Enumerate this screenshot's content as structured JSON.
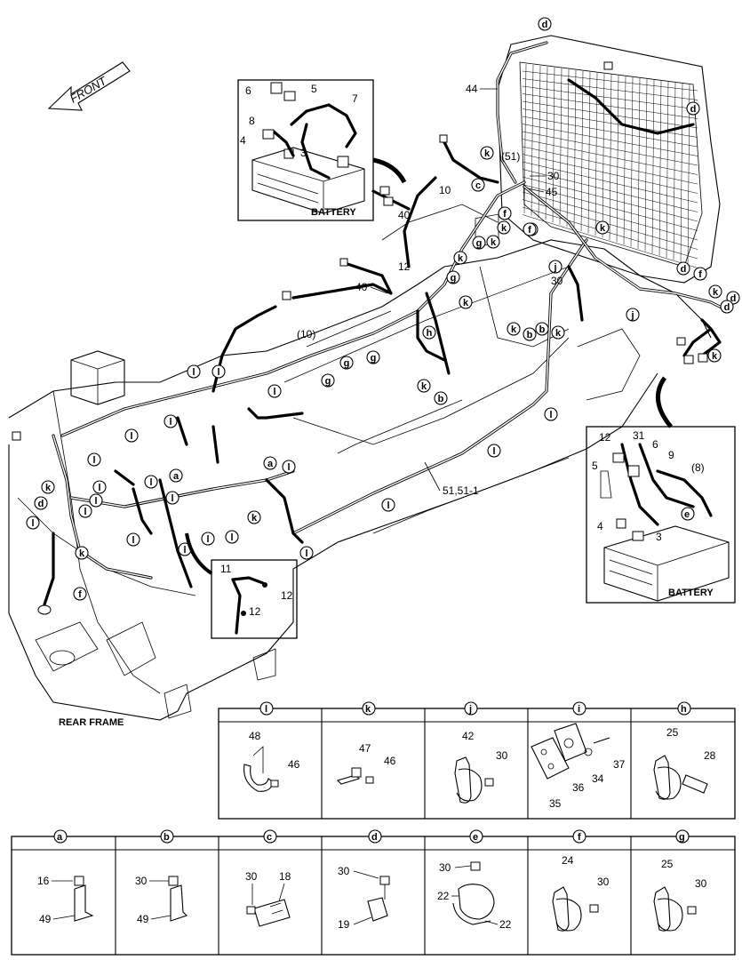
{
  "front_label": "FRONT",
  "rear_frame_label": "REAR FRAME",
  "battery_label": "BATTERY",
  "main_labels": {
    "harness": "51,51-1",
    "p44": "44",
    "p51": "(51)",
    "p30a": "30",
    "p45": "45",
    "p10": "10",
    "p40a": "40",
    "p12": "12",
    "p40b": "40",
    "p30b": "30",
    "p10b": "(10)"
  },
  "callouts": [
    {
      "t": "d"
    },
    {
      "t": "d"
    },
    {
      "t": "d"
    },
    {
      "t": "k"
    },
    {
      "t": "c"
    },
    {
      "t": "f"
    },
    {
      "t": "f"
    },
    {
      "t": "g"
    },
    {
      "t": "k"
    },
    {
      "t": "k"
    },
    {
      "t": "k"
    },
    {
      "t": "g"
    },
    {
      "t": "j"
    },
    {
      "t": "k"
    },
    {
      "t": "b"
    },
    {
      "t": "k"
    },
    {
      "t": "h"
    },
    {
      "t": "g"
    },
    {
      "t": "g"
    },
    {
      "t": "l"
    },
    {
      "t": "l"
    },
    {
      "t": "k"
    },
    {
      "t": "b"
    },
    {
      "t": "l"
    },
    {
      "t": "l"
    },
    {
      "t": "l"
    },
    {
      "t": "l"
    },
    {
      "t": "l"
    },
    {
      "t": "a"
    },
    {
      "t": "a"
    },
    {
      "t": "l"
    },
    {
      "t": "l"
    },
    {
      "t": "l"
    },
    {
      "t": "k"
    },
    {
      "t": "d"
    },
    {
      "t": "l"
    },
    {
      "t": "l"
    },
    {
      "t": "l"
    },
    {
      "t": "k"
    },
    {
      "t": "l"
    },
    {
      "t": "l"
    },
    {
      "t": "k"
    },
    {
      "t": "l"
    },
    {
      "t": "l"
    },
    {
      "t": "l"
    },
    {
      "t": "l"
    },
    {
      "t": "l"
    },
    {
      "t": "l"
    },
    {
      "t": "d"
    },
    {
      "t": "f"
    },
    {
      "t": "k"
    },
    {
      "t": "d"
    },
    {
      "t": "j"
    },
    {
      "t": "k"
    },
    {
      "t": "b"
    },
    {
      "t": "k"
    },
    {
      "t": "g"
    },
    {
      "t": "f"
    },
    {
      "t": "k"
    },
    {
      "t": "f"
    }
  ],
  "battery_top": {
    "labels": [
      "6",
      "5",
      "7",
      "8",
      "4",
      "3"
    ]
  },
  "battery_right": {
    "labels": [
      "12",
      "31",
      "6",
      "9",
      "5",
      "(8)",
      "e",
      "4",
      "3"
    ]
  },
  "inset_11": {
    "labels": [
      "11",
      "12",
      "12"
    ]
  },
  "detail_row1": [
    {
      "key": "l",
      "parts": [
        "48",
        "46"
      ]
    },
    {
      "key": "k",
      "parts": [
        "47",
        "46"
      ]
    },
    {
      "key": "j",
      "parts": [
        "42",
        "30"
      ]
    },
    {
      "key": "i",
      "parts": [
        "37",
        "34",
        "36",
        "35"
      ]
    },
    {
      "key": "h",
      "parts": [
        "25",
        "28"
      ]
    }
  ],
  "detail_row2": [
    {
      "key": "a",
      "parts": [
        "16",
        "49"
      ]
    },
    {
      "key": "b",
      "parts": [
        "30",
        "49"
      ]
    },
    {
      "key": "c",
      "parts": [
        "30",
        "18"
      ]
    },
    {
      "key": "d",
      "parts": [
        "30",
        "19"
      ]
    },
    {
      "key": "e",
      "parts": [
        "30",
        "22",
        "22"
      ]
    },
    {
      "key": "f",
      "parts": [
        "24",
        "30"
      ]
    },
    {
      "key": "g",
      "parts": [
        "25",
        "30"
      ]
    }
  ]
}
